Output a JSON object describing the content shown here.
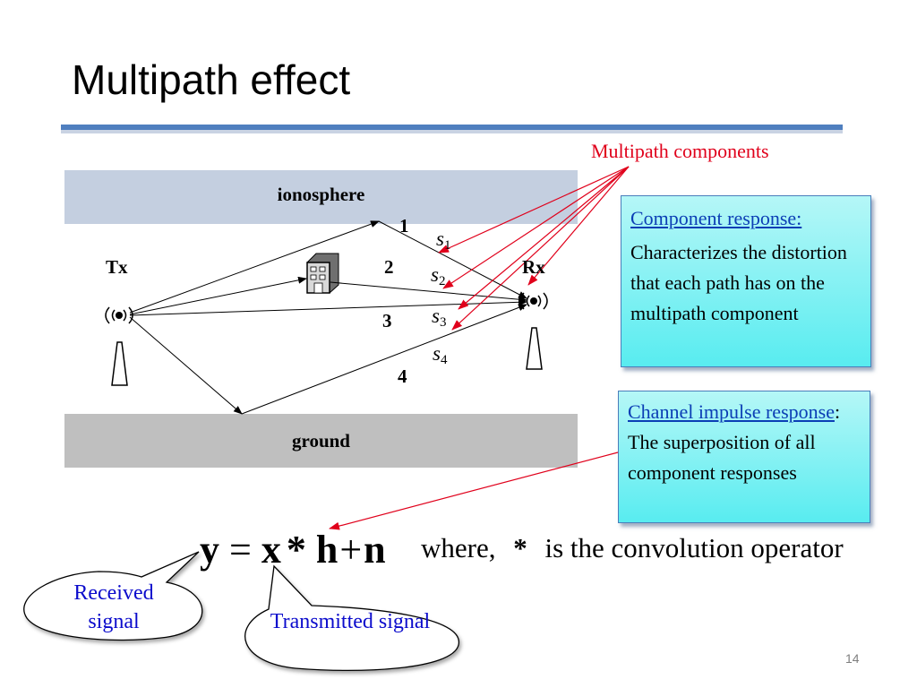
{
  "title": "Multipath effect",
  "diagram": {
    "ionosphere": "ionosphere",
    "ground": "ground",
    "tx": "Tx",
    "rx": "Rx",
    "paths": [
      "1",
      "2",
      "3",
      "4"
    ],
    "components": [
      {
        "s": "s",
        "sub": "1"
      },
      {
        "s": "s",
        "sub": "2"
      },
      {
        "s": "s",
        "sub": "3"
      },
      {
        "s": "s",
        "sub": "4"
      }
    ],
    "multipath_label": "Multipath components"
  },
  "component_box": {
    "heading": "Component response:",
    "body": "Characterizes the distortion that each path has on the multipath component"
  },
  "channel_box": {
    "heading": "Channel impulse response",
    "body": ": The superposition of all component responses"
  },
  "equation": {
    "y": "y",
    "eq": "=",
    "x": "x",
    "conv": "*",
    "h": "h",
    "plus": "+",
    "n": "n",
    "where_text": "where,",
    "star": "*",
    "conv_text": "is the convolution operator"
  },
  "callouts": {
    "received": "Received signal",
    "transmitted": "Transmitted signal"
  },
  "page_number": "14",
  "colors": {
    "accent_red": "#e0001b",
    "link_blue": "#0b3eb5",
    "box_fill": "#58ecf0",
    "ionosphere": "#c4cfe0",
    "ground": "#bfbfbf"
  }
}
